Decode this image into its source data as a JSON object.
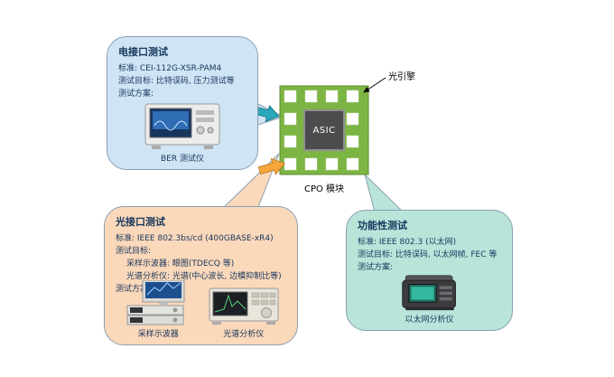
{
  "colors": {
    "bubble-blue": "#cfe4f4",
    "bubble-orange": "#fad8ba",
    "bubble-teal": "#b8e4d9",
    "module-green": "#7cb543",
    "module-border": "#5d8c33",
    "asic-gray": "#4c4c4e",
    "arrow-teal": "#2aa7b8",
    "arrow-orange": "#f6a63a",
    "text-navy": "#17365d"
  },
  "module": {
    "asic_label": "ASIC",
    "module_label": "CPO 模块",
    "engine_label": "光引擎"
  },
  "bubbles": {
    "electrical": {
      "title": "电接口测试",
      "lines": [
        "标准: CEI-112G-XSR-PAM4",
        "测试目标: 比特误码, 压力测试等",
        "测试方案:"
      ],
      "instrument": "BER 测试仪"
    },
    "optical": {
      "title": "光接口测试",
      "lines": [
        "标准: IEEE 802.3bs/cd (400GBASE-xR4)",
        "测试目标:",
        "采样示波器: 眼图(TDECQ 等)",
        "光谱分析仪: 光谱(中心波长, 边模抑制比等)",
        "测试方案:"
      ],
      "instruments": [
        "采样示波器",
        "光谱分析仪"
      ]
    },
    "functional": {
      "title": "功能性测试",
      "lines": [
        "标准: IEEE 802.3 (以太网)",
        "测试目标: 比特误码, 以太网帧, FEC 等",
        "测试方案:"
      ],
      "instrument": "以太网分析仪"
    }
  }
}
